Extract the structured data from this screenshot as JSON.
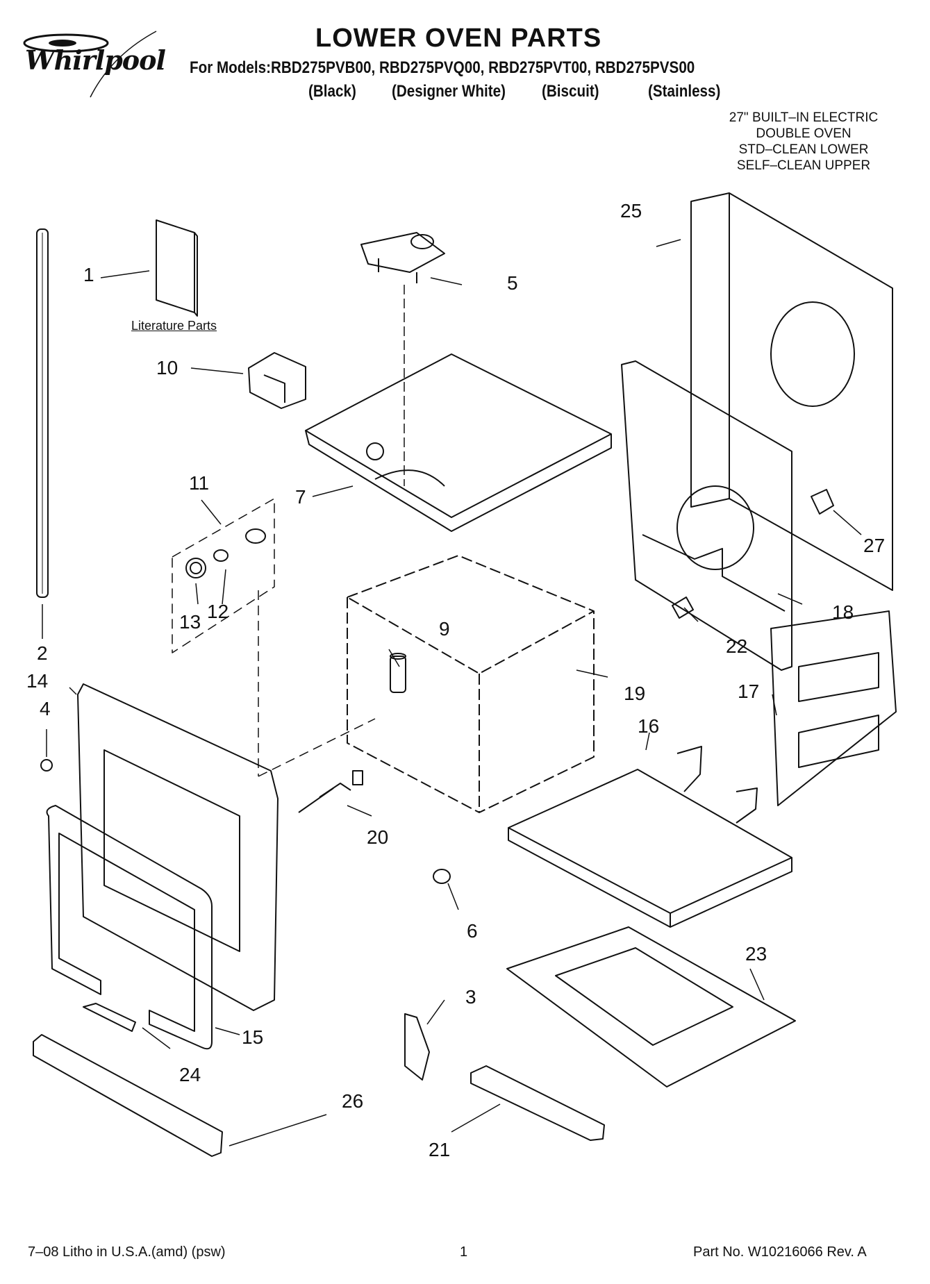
{
  "header": {
    "brand": "Whirlpool",
    "title": "LOWER OVEN PARTS",
    "models": "For Models:RBD275PVB00, RBD275PVQ00, RBD275PVT00, RBD275PVS00",
    "finishes": [
      "(Black)",
      "(Designer White)",
      "(Biscuit)",
      "(Stainless)"
    ],
    "description": [
      "27\" BUILT–IN ELECTRIC",
      "DOUBLE OVEN",
      "STD–CLEAN LOWER",
      "SELF–CLEAN UPPER"
    ]
  },
  "literature_label": "Literature Parts",
  "callouts": [
    "1",
    "2",
    "3",
    "4",
    "5",
    "6",
    "7",
    "9",
    "10",
    "11",
    "12",
    "13",
    "14",
    "15",
    "16",
    "17",
    "18",
    "19",
    "20",
    "21",
    "22",
    "23",
    "24",
    "25",
    "26",
    "27"
  ],
  "footer": {
    "litho": "7–08 Litho in U.S.A.(amd) (psw)",
    "page": "1",
    "part_no": "Part No. W10216066 Rev. A"
  }
}
